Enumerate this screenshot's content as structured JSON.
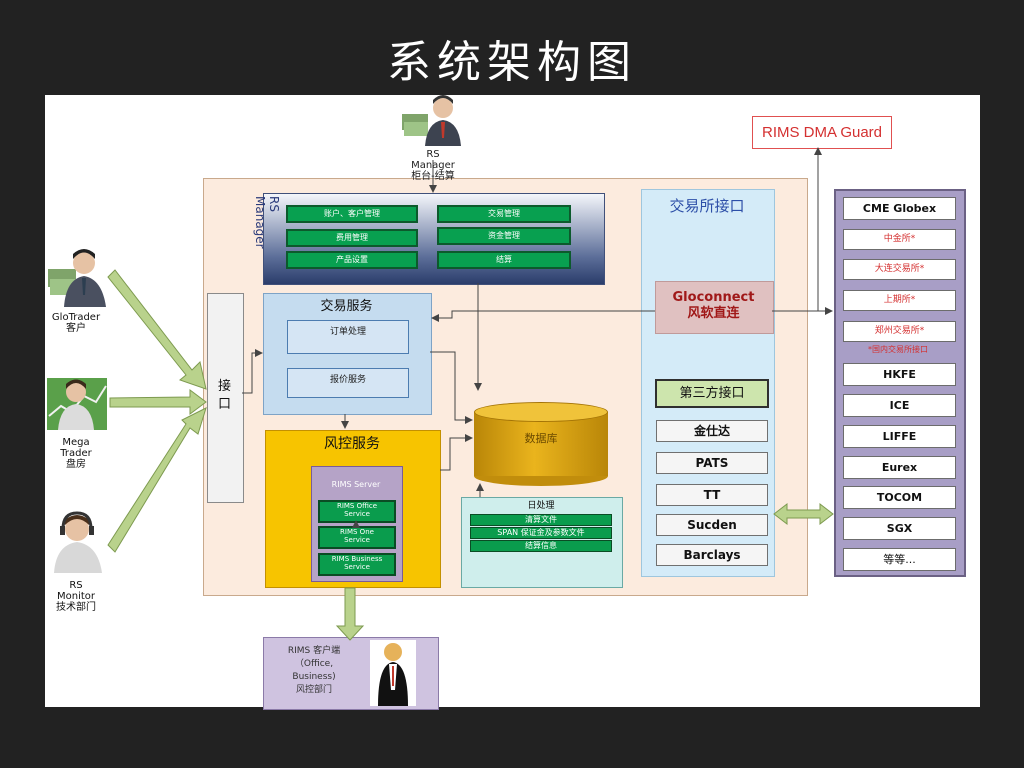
{
  "title": "系统架构图",
  "rs_manager": {
    "label_lines": [
      "RS",
      "Manager",
      "柜台-结算"
    ],
    "panel_label": "RS Manager"
  },
  "rs_manager_buttons": [
    "账户、客户管理",
    "交易管理",
    "费用管理",
    "资金管理",
    "产品设置",
    "结算"
  ],
  "clients": [
    {
      "lines": [
        "GloTrader",
        "客户"
      ]
    },
    {
      "lines": [
        "Mega",
        "Trader",
        "盘房"
      ]
    },
    {
      "lines": [
        "RS",
        "Monitor",
        "技术部门"
      ]
    }
  ],
  "port_label": [
    "接",
    "口"
  ],
  "trade_service": {
    "title": "交易服务",
    "items": [
      "订单处理",
      "报价服务"
    ]
  },
  "risk_service": {
    "title": "风控服务",
    "server_label": "RIMS Server",
    "items": [
      [
        "RIMS Office",
        "Service"
      ],
      [
        "RIMS One",
        "Service"
      ],
      [
        "RIMS Business",
        "Service"
      ]
    ]
  },
  "database": {
    "label": "数据库"
  },
  "daily": {
    "title": "日处理",
    "items": [
      "清算文件",
      "SPAN 保证金及参数文件",
      "结算信息"
    ]
  },
  "exchange_interface": {
    "title": "交易所接口",
    "glo_lines": [
      "Gloconnect",
      "风软直连"
    ],
    "third_party": "第三方接口",
    "vendors": [
      "金仕达",
      "PATS",
      "TT",
      "Sucden",
      "Barclays"
    ]
  },
  "dma_guard": "RIMS DMA Guard",
  "exchanges": [
    "CME Globex",
    "中金所*",
    "大连交易所*",
    "上期所*",
    "郑州交易所*",
    "*国内交易所接口",
    "HKFE",
    "ICE",
    "LIFFE",
    "Eurex",
    "TOCOM",
    "SGX",
    "等等..."
  ],
  "rims_client": {
    "lines": [
      "RIMS 客户端",
      "（Office,",
      "Business)",
      "风控部门"
    ]
  },
  "colors": {
    "background": "#222222",
    "main_panel": "#fcebde",
    "green_button": "#08a050",
    "risk_panel": "#f7c400",
    "arrow_green": "#b9d28c",
    "dma_red": "#d43030",
    "exchange_panel": "#a89ec6"
  }
}
